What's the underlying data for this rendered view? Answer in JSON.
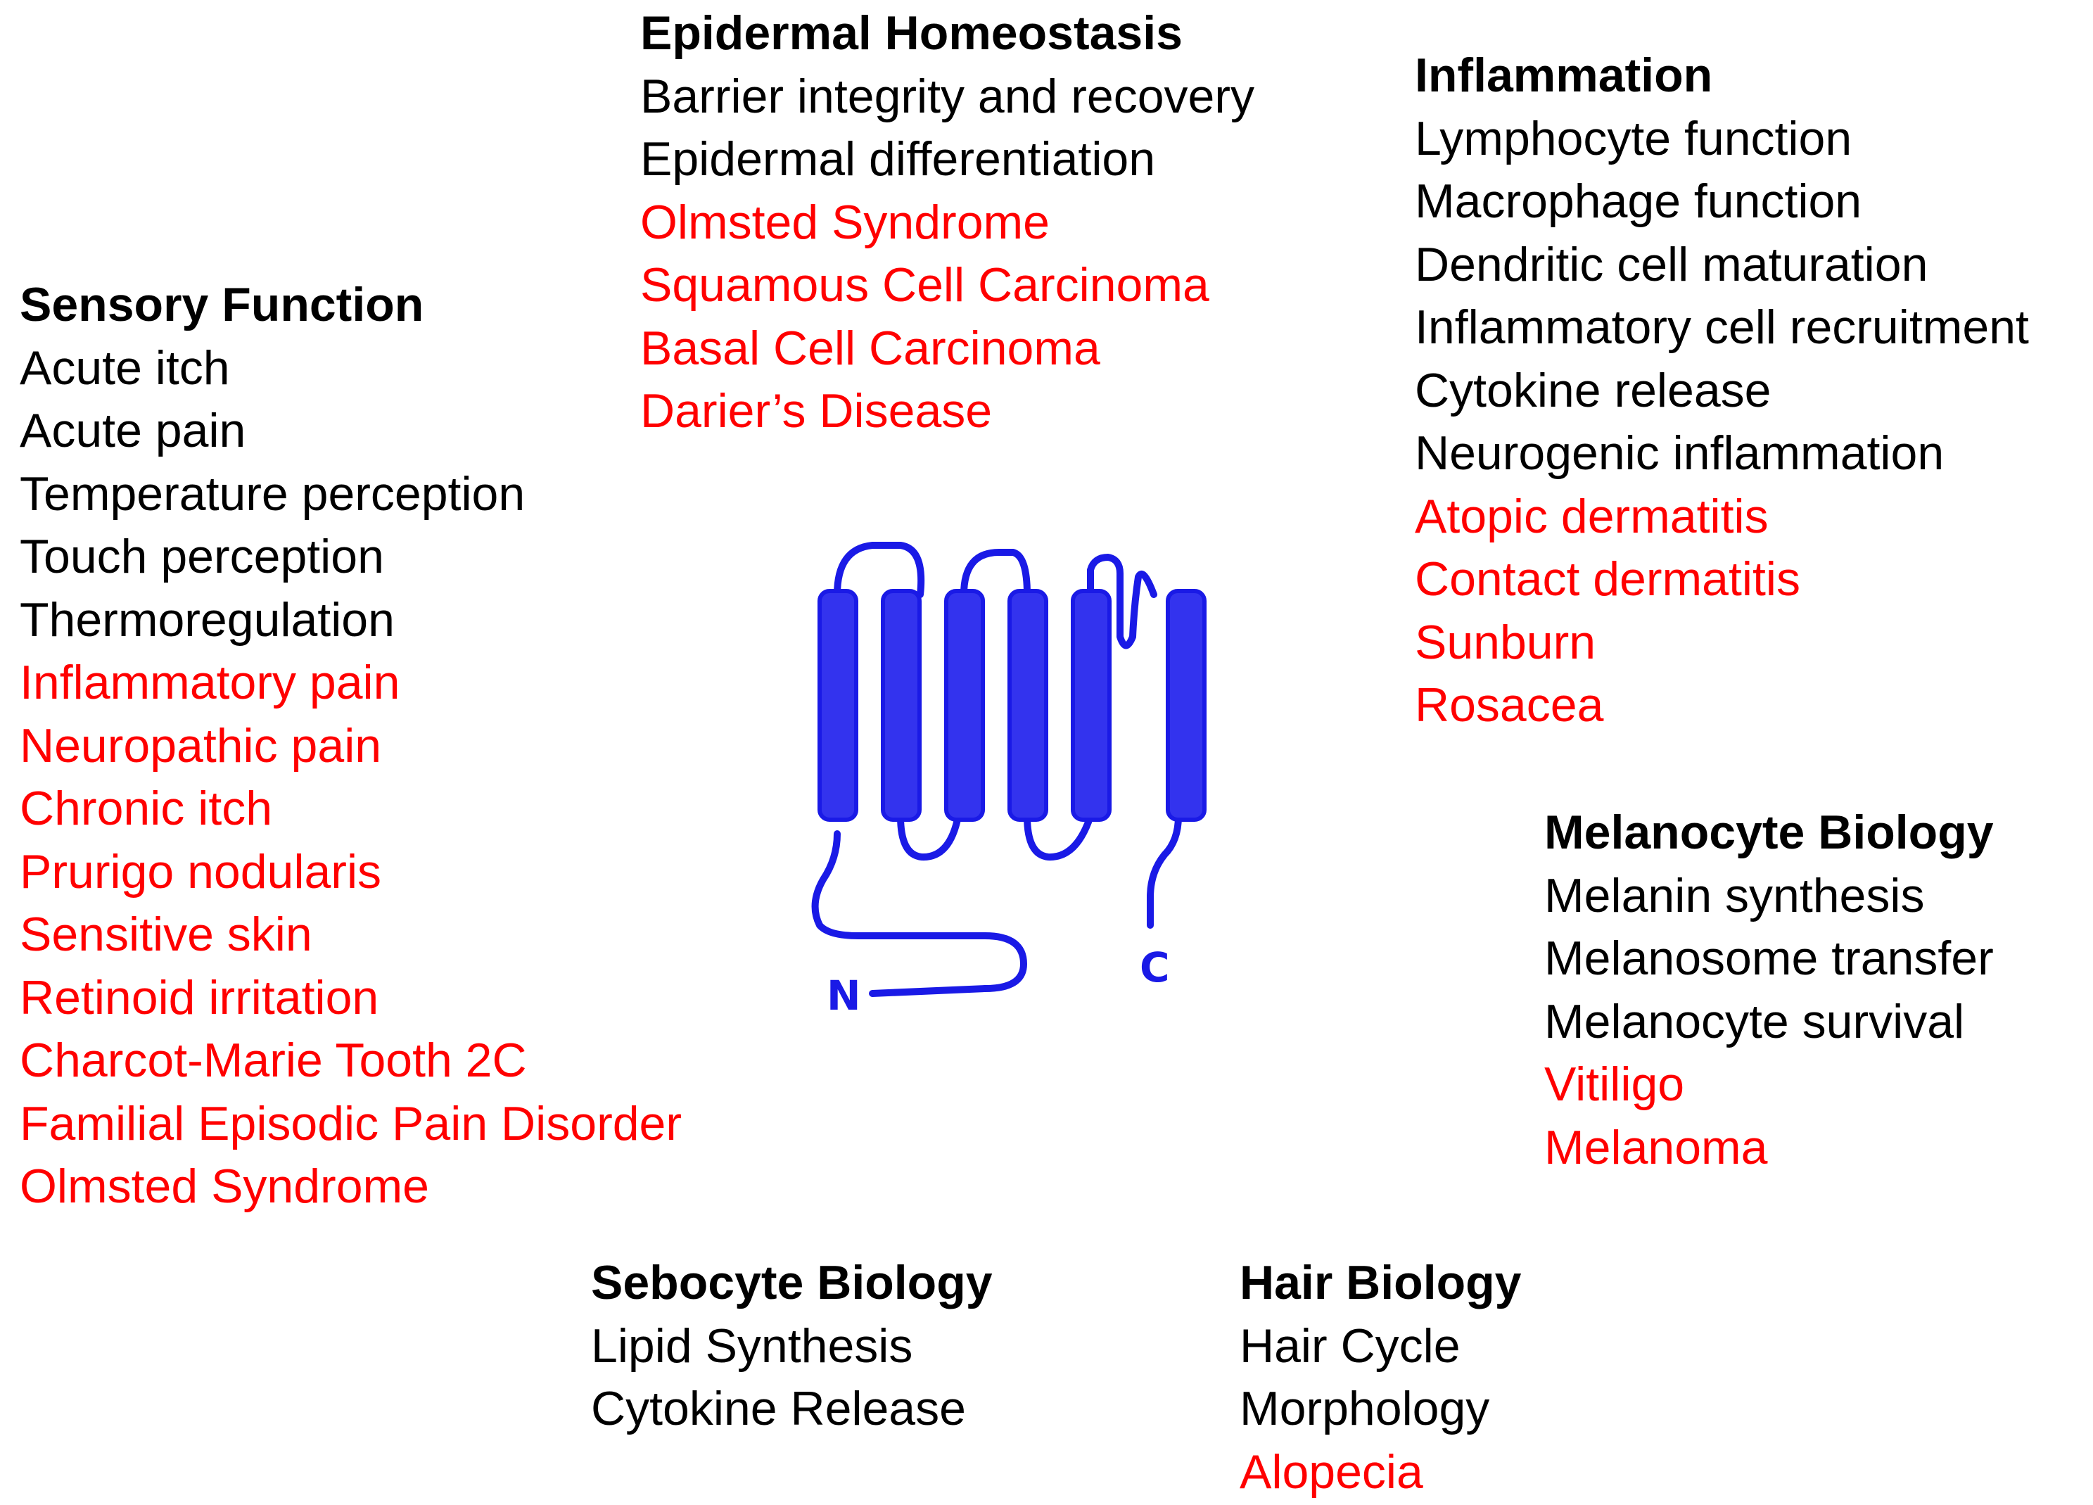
{
  "colors": {
    "heading": "#000000",
    "function": "#000000",
    "disease": "#ff0000",
    "channel": "#1a1ae6",
    "channel_fill": "#3333ee"
  },
  "groups": {
    "epidermal": {
      "title": "Epidermal Homeostasis",
      "items": [
        {
          "text": "Barrier integrity and recovery",
          "kind": "function"
        },
        {
          "text": "Epidermal differentiation",
          "kind": "function"
        },
        {
          "text": "Olmsted Syndrome",
          "kind": "disease"
        },
        {
          "text": "Squamous Cell Carcinoma",
          "kind": "disease"
        },
        {
          "text": "Basal Cell Carcinoma",
          "kind": "disease"
        },
        {
          "text": "Darier’s Disease",
          "kind": "disease"
        }
      ]
    },
    "inflammation": {
      "title": "Inflammation",
      "items": [
        {
          "text": "Lymphocyte function",
          "kind": "function"
        },
        {
          "text": "Macrophage function",
          "kind": "function"
        },
        {
          "text": "Dendritic cell maturation",
          "kind": "function"
        },
        {
          "text": "Inflammatory cell recruitment",
          "kind": "function"
        },
        {
          "text": "Cytokine release",
          "kind": "function"
        },
        {
          "text": "Neurogenic inflammation",
          "kind": "function"
        },
        {
          "text": "Atopic dermatitis",
          "kind": "disease"
        },
        {
          "text": "Contact dermatitis",
          "kind": "disease"
        },
        {
          "text": "Sunburn",
          "kind": "disease"
        },
        {
          "text": "Rosacea",
          "kind": "disease"
        }
      ]
    },
    "sensory": {
      "title": "Sensory Function",
      "items": [
        {
          "text": "Acute itch",
          "kind": "function"
        },
        {
          "text": "Acute pain",
          "kind": "function"
        },
        {
          "text": "Temperature perception",
          "kind": "function"
        },
        {
          "text": "Touch perception",
          "kind": "function"
        },
        {
          "text": "Thermoregulation",
          "kind": "function"
        },
        {
          "text": "Inflammatory pain",
          "kind": "disease"
        },
        {
          "text": "Neuropathic pain",
          "kind": "disease"
        },
        {
          "text": "Chronic itch",
          "kind": "disease"
        },
        {
          "text": "Prurigo nodularis",
          "kind": "disease"
        },
        {
          "text": "Sensitive skin",
          "kind": "disease"
        },
        {
          "text": "Retinoid irritation",
          "kind": "disease"
        },
        {
          "text": "Charcot-Marie Tooth 2C",
          "kind": "disease"
        },
        {
          "text": "Familial Episodic Pain Disorder",
          "kind": "disease"
        },
        {
          "text": "Olmsted Syndrome",
          "kind": "disease"
        }
      ]
    },
    "melanocyte": {
      "title": "Melanocyte Biology",
      "items": [
        {
          "text": "Melanin synthesis",
          "kind": "function"
        },
        {
          "text": "Melanosome transfer",
          "kind": "function"
        },
        {
          "text": "Melanocyte survival",
          "kind": "function"
        },
        {
          "text": "Vitiligo",
          "kind": "disease"
        },
        {
          "text": "Melanoma",
          "kind": "disease"
        }
      ]
    },
    "sebocyte": {
      "title": "Sebocyte Biology",
      "items": [
        {
          "text": "Lipid Synthesis",
          "kind": "function"
        },
        {
          "text": "Cytokine Release",
          "kind": "function"
        }
      ]
    },
    "hair": {
      "title": "Hair Biology",
      "items": [
        {
          "text": "Hair Cycle",
          "kind": "function"
        },
        {
          "text": "Morphology",
          "kind": "function"
        },
        {
          "text": "Alopecia",
          "kind": "disease"
        }
      ]
    }
  },
  "channel": {
    "n_terminus": "N",
    "c_terminus": "C",
    "helix_count": 6
  }
}
